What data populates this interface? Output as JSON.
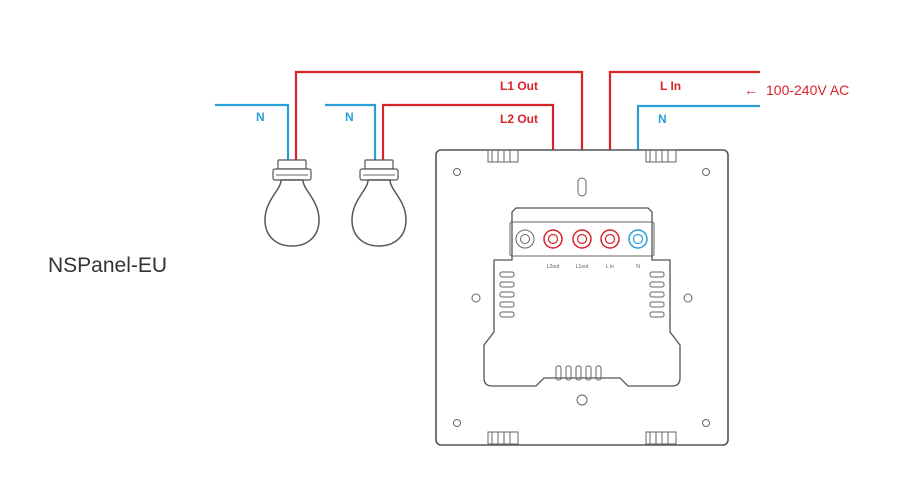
{
  "model_name": "NSPanel-EU",
  "wire_labels": {
    "neutral_lamp1": "N",
    "neutral_lamp2": "N",
    "l1_out": "L1 Out",
    "l2_out": "L2 Out",
    "l_in": "L In",
    "n_in": "N"
  },
  "supply": {
    "arrow": "←",
    "voltage": "100-240V AC"
  },
  "terminals": [
    {
      "id": "l2-out",
      "label": "L2out",
      "wire_color": "#d8232a"
    },
    {
      "id": "l1-out",
      "label": "L1out",
      "wire_color": "#d8232a"
    },
    {
      "id": "l-in",
      "label": "L in",
      "wire_color": "#d8232a"
    },
    {
      "id": "n",
      "label": "N",
      "wire_color": "#2a9fd6"
    }
  ],
  "colors": {
    "live_wire": "#d8232a",
    "neutral_wire": "#2a9fd6",
    "outline": "#555555"
  }
}
